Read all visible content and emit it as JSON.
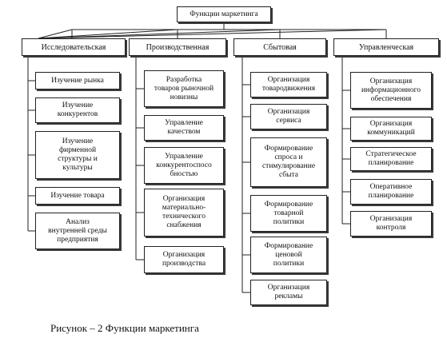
{
  "title": "Функции маркетинга",
  "columns": [
    {
      "label": "Исследовательская",
      "items": [
        "Изучение рынка",
        "Изучение\nконкурентов",
        "Изучение\nфирменной\nструктуры и\nкультуры",
        "Изучение товара",
        "Анализ\nвнутренней среды\nпредприятия"
      ]
    },
    {
      "label": "Производственная",
      "items": [
        "Разработка\nтоваров рыночной\nновизны",
        "Управление\nкачеством",
        "Управление\nконкурентоспосо\nбностью",
        "Организация\nматериально-\nтехнического\nснабжения",
        "Организация\nпроизводства"
      ]
    },
    {
      "label": "Сбытовая",
      "items": [
        "Организация\nтовародвижения",
        "Организация\nсервиса",
        "Формирование\nспроса и\nстимулирование\nсбыта",
        "Формирование\nтоварной\nполитики",
        "Формирование\nценовой\nполитики",
        "Организация\nрекламы"
      ]
    },
    {
      "label": "Управленческая",
      "items": [
        "Организация\nинформационного\nобеспечения",
        "Организация\nкоммуникаций",
        "Стратегическое\nпланирование",
        "Оперативное\nпланирование",
        "Организация\nконтроля"
      ]
    }
  ],
  "caption": "Рисунок –  2 Функции маркетинга"
}
